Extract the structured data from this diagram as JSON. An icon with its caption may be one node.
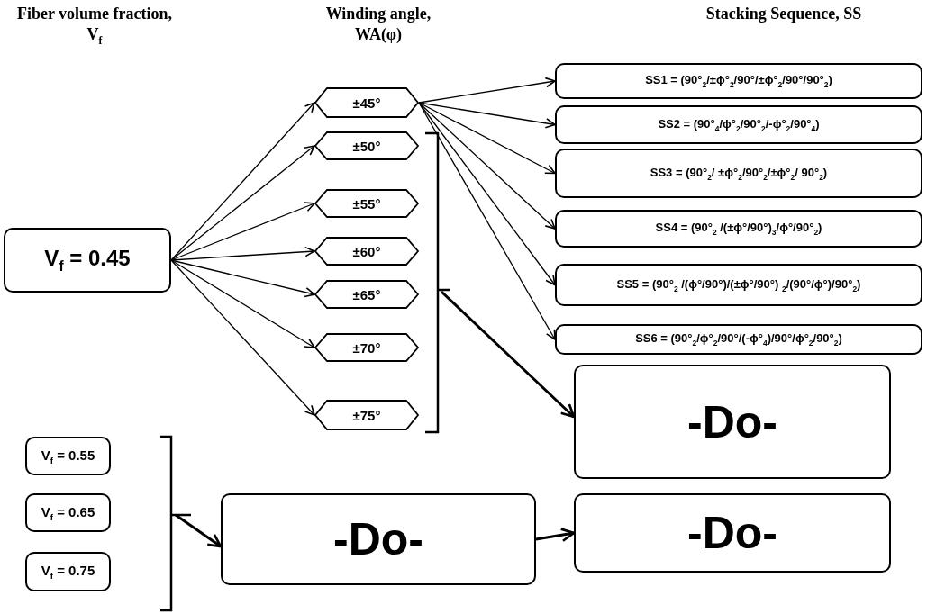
{
  "diagram": {
    "nodes": [
      {
        "text": [
          "V$_{f}$ = 0.45"
        ]
      },
      {
        "text": [
          "±45°"
        ]
      },
      {
        "text": [
          "±50°"
        ]
      },
      {
        "text": [
          "±55°"
        ]
      },
      {
        "text": [
          "±60°"
        ]
      },
      {
        "text": [
          "±65°"
        ]
      },
      {
        "text": [
          "±70°"
        ]
      },
      {
        "text": [
          "±75°"
        ]
      },
      {
        "text": [
          "SS1 = (90°$_{2}$/±ϕ°$_{2}$/90°/±ϕ°$_{2}$/90°/90°$_{2}$)"
        ]
      },
      {
        "text": [
          "SS2 = (90°$_{4}$/ϕ°$_{2}$/90°$_{2}$/-ϕ°$_{2}$/90°$_{4}$)"
        ]
      },
      {
        "text": [
          "SS3 = (90°$_{2}$/ ±ϕ°$_{2}$/90°$_{2}$/±ϕ°$_{2}$/ 90°$_{2}$)"
        ]
      },
      {
        "text": [
          "SS4 = (90°$_{2}$ /(±ϕ°/90°)$_{3}$/ϕ°/90°$_{2}$)"
        ]
      },
      {
        "text": [
          "SS5 = (90°$_{2}$ /(ϕ°/90°)/(±ϕ°/90°) $_{2}$/(90°/ϕ°)/90°$_{2}$)"
        ]
      },
      {
        "text": [
          "SS6 = (90°$_{2}$/ϕ°$_{2}$/90°/(-ϕ°$_{4}$)/90°/ϕ°$_{2}$/90°$_{2}$)"
        ]
      },
      {
        "text": [
          "-Do-"
        ]
      },
      {
        "text": [
          "V$_{f}$ = 0.55"
        ]
      },
      {
        "text": [
          "V$_{f}$ = 0.65"
        ]
      },
      {
        "text": [
          "V$_{f}$ = 0.75"
        ]
      },
      {
        "text": [
          "-Do-"
        ]
      },
      {
        "text": [
          "-Do-"
        ]
      }
    ],
    "edges": [
      {
        "from": 0,
        "to": 1,
        "arrow": "to"
      },
      {
        "from": 0,
        "to": 2,
        "arrow": "to"
      },
      {
        "from": 0,
        "to": 3,
        "arrow": "to"
      },
      {
        "from": 0,
        "to": 4,
        "arrow": "to"
      },
      {
        "from": 0,
        "to": 5,
        "arrow": "to"
      },
      {
        "from": 0,
        "to": 6,
        "arrow": "to"
      },
      {
        "from": 0,
        "to": 7,
        "arrow": "to"
      },
      {
        "from": 1,
        "to": 8,
        "arrow": "to"
      },
      {
        "from": 1,
        "to": 9,
        "arrow": "to"
      },
      {
        "from": 1,
        "to": 10,
        "arrow": "to"
      },
      {
        "from": 1,
        "to": 11,
        "arrow": "to"
      },
      {
        "from": 1,
        "to": 12,
        "arrow": "to"
      },
      {
        "from": 1,
        "to": 13,
        "arrow": "to"
      },
      {
        "from": null,
        "to": 14,
        "arrow": "to",
        "style": "thick"
      },
      {
        "from": null,
        "to": 18,
        "arrow": "to",
        "style": "thick"
      },
      {
        "from": 18,
        "to": 19,
        "arrow": "to",
        "style": "thick"
      }
    ],
    "labels": [
      "Fiber volume fraction, V$_{f}$",
      "Winding angle, WA(φ)",
      "Stacking Sequence, SS"
    ]
  }
}
